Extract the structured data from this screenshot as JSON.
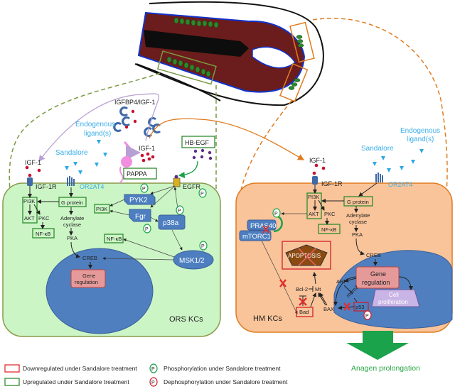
{
  "figure": {
    "hair_follicle": {
      "region_boxes": [
        "ORS region",
        "HM region top",
        "HM region bottom"
      ]
    },
    "extracellular": {
      "igfbp4_label": "IGFBP4/IGF-1",
      "endogenous_left": [
        "Endogenous",
        "ligand(s)"
      ],
      "endogenous_right": [
        "Endogenous",
        "ligand(s)"
      ],
      "sandalore_left": "Sandalore",
      "sandalore_right": "Sandalore",
      "igf1_center": "IGF-1",
      "igf1_left": "IGF-1",
      "igf1_right": "IGF-1",
      "pappa": "PAPPA",
      "hbegf": "HB-EGF"
    },
    "ors_cell": {
      "label": "ORS KCs",
      "igf1r": "IGF-1R",
      "or2at4": "OR2AT4",
      "egfr": "EGFR",
      "pi3k": "PI3K",
      "akt": "AKT",
      "pkc": "PKC",
      "nfkb": "NF-κB",
      "g_protein": "G protein",
      "adenylate": [
        "Adenylate",
        "cyclase"
      ],
      "pka": "PKA",
      "creb": "CREB",
      "gene_regulation": [
        "Gene",
        "regulation"
      ],
      "pyk2": "PYK2",
      "fgr": "Fgr",
      "p38a": "p38a",
      "pi3k_2": "PI3K",
      "nfkb_2": "NF-κB",
      "msk": "MSK1/2",
      "p": "P"
    },
    "hm_cell": {
      "label": "HM KCs",
      "igf1r": "IGF-1R",
      "or2at4": "OR2AT4",
      "pi3k": "PI3K",
      "akt": "AKT",
      "pkc": "PKC",
      "nfkb": "NF-κB",
      "g_protein": "G protein",
      "adenylate": [
        "Adenylate",
        "cyclase"
      ],
      "pka": "PKA",
      "creb": "CREB",
      "gene_regulation": [
        "Gene",
        "regulation"
      ],
      "pras40": "PRAS40",
      "mtorc1": "mTORC1",
      "apoptosis": "APOPTOSIS",
      "bcl2": "Bcl-2",
      "mt": "Mt",
      "bad": "Bad",
      "bax": "BAX",
      "arf": "ARF",
      "mdm2": "mdm2",
      "p53": "p53",
      "cell_prolif": [
        "Cell",
        "proliferation"
      ],
      "p": "P"
    },
    "outcome": "Anagen prolongation",
    "legend": [
      {
        "kind": "box",
        "color": "#e03030",
        "label": "Downregulated under Sandalore treatment"
      },
      {
        "kind": "box",
        "color": "#2e8b2e",
        "label": "Upregulated under Sandalore treatment"
      },
      {
        "kind": "p",
        "color": "#1a9e3a",
        "label": "Phosphorylation under Sandalore treatment"
      },
      {
        "kind": "p",
        "color": "#d0202a",
        "label": "Dephosphorylation under Sandalore treatment"
      }
    ],
    "colors": {
      "ors_fill": "#ccf5c6",
      "hm_fill": "#f9c49a",
      "nucleus": "#4f7fbf",
      "protein": "#4d7ec0",
      "up": "#2e8b2e",
      "down": "#e03030",
      "outcome": "#2aa845"
    }
  }
}
